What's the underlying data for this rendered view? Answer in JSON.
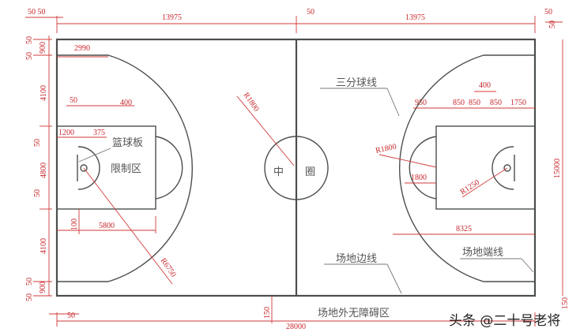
{
  "colors": {
    "court_line": "#4a4f4c",
    "dimension": "#c8262c",
    "label": "#555555"
  },
  "labels": {
    "backboard": "篮球板",
    "restricted_area": "限制区",
    "center_circle_left": "中",
    "center_circle_right": "圈",
    "three_point_line": "三分球线",
    "sideline": "场地边线",
    "endline": "场地端线",
    "free_zone": "场地外无障碍区",
    "watermark": "头条 @二十号老将"
  },
  "dimensions": {
    "top_left_5050": "50 50",
    "top_half_left": "13975",
    "top_center": "50",
    "top_half_right": "13975",
    "top_right_50": "50",
    "top_right_50_v": "50",
    "corner_2990": "2990",
    "left_50_a": "50",
    "left_900_a": "900",
    "left_50_b": "50",
    "left_4100_a": "4100",
    "left_50_c": "50",
    "left_4800": "4800",
    "left_50_d": "50",
    "left_4100_b": "4100",
    "left_50_e": "50",
    "left_900_b": "900",
    "left_50_f": "50",
    "key_50": "50",
    "key_400": "400",
    "key_1200": "1200",
    "key_375": "375",
    "key_100": "100",
    "key_5800": "5800",
    "three_r6750": "R6750",
    "center_r1800": "R1800",
    "right_950": "950",
    "right_850a": "850",
    "right_850b": "850",
    "right_400": "400",
    "right_850c": "850",
    "right_1750": "1750",
    "ft_r1800": "R1800",
    "ft_1800": "1800",
    "ra_r1250": "R1250",
    "right_8325": "8325",
    "right_15000": "15000",
    "bottom_150": "150",
    "bottom_left_50": "50",
    "bottom_28000": "28000",
    "bottom_right_150": "150"
  }
}
